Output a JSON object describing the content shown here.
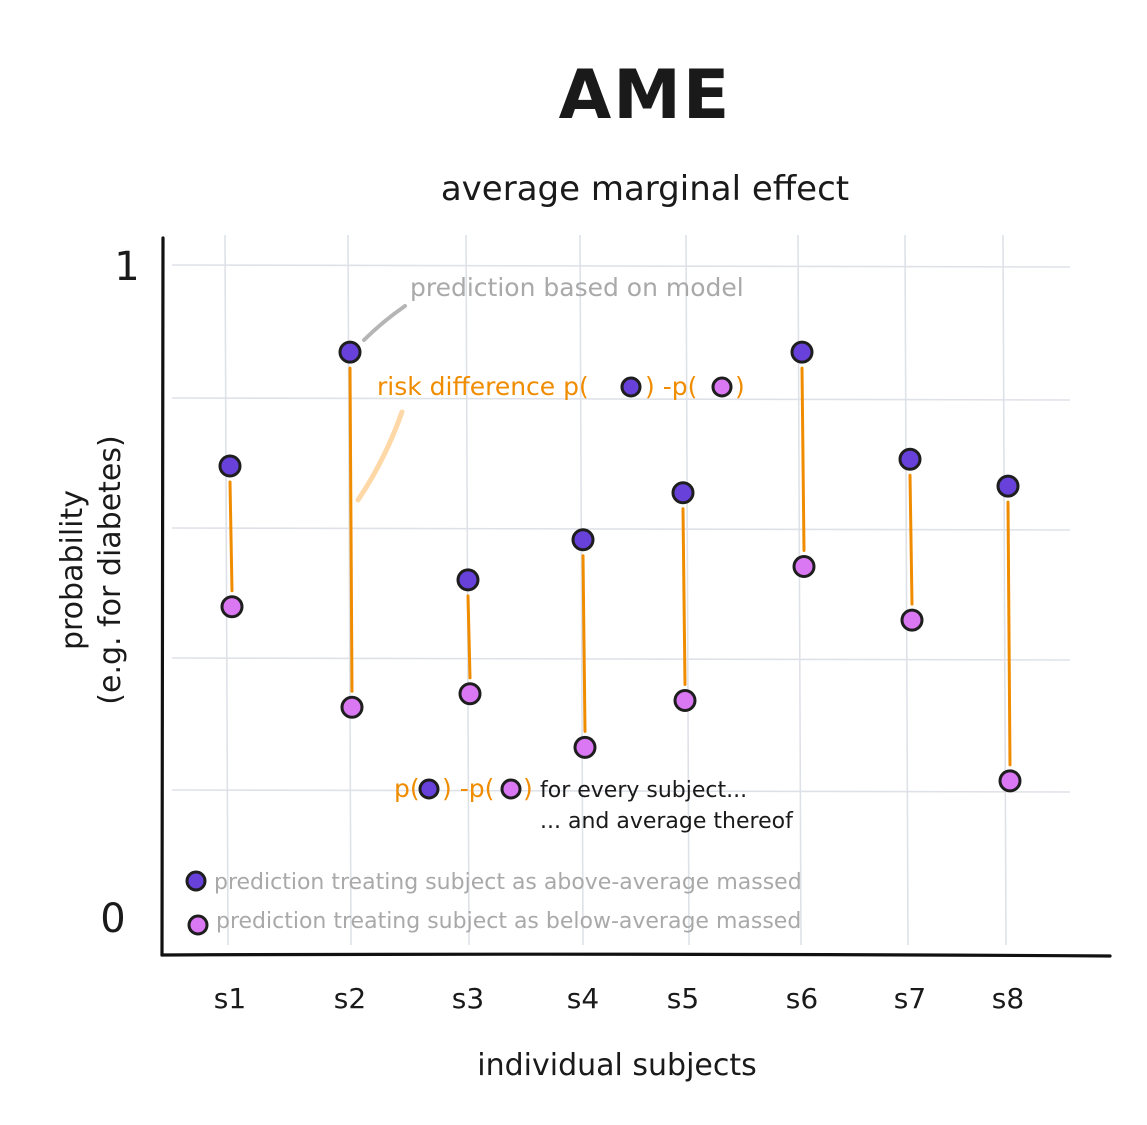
{
  "chart_data": {
    "type": "dumbbell",
    "title": "AME",
    "subtitle": "average marginal effect",
    "ylabel_line1": "probability",
    "ylabel_line2": "(e.g. for diabetes)",
    "xlabel": "individual subjects",
    "ylim": [
      0,
      1
    ],
    "y_tick_labels": [
      "0",
      "1"
    ],
    "grid": true,
    "categories": [
      "s1",
      "s2",
      "s3",
      "s4",
      "s5",
      "s6",
      "s7",
      "s8"
    ],
    "series": [
      {
        "name": "prediction treating subject as above-average massed",
        "color": "#6741d9",
        "values": [
          0.7,
          0.87,
          0.53,
          0.59,
          0.66,
          0.87,
          0.71,
          0.67
        ]
      },
      {
        "name": "prediction treating subject as below-average massed",
        "color": "#da77f2",
        "values": [
          0.49,
          0.34,
          0.36,
          0.28,
          0.35,
          0.55,
          0.47,
          0.23
        ]
      }
    ],
    "segment_color": "#f08c00",
    "legend_position": "bottom-left",
    "annotations": {
      "prediction_label": "prediction based on model",
      "risk_label": "risk difference",
      "formula_p": "p(",
      "formula_close_minus": ") -p(",
      "formula_close": ")",
      "every_subject": "for every subject...",
      "average_thereof": "... and average thereof"
    }
  }
}
